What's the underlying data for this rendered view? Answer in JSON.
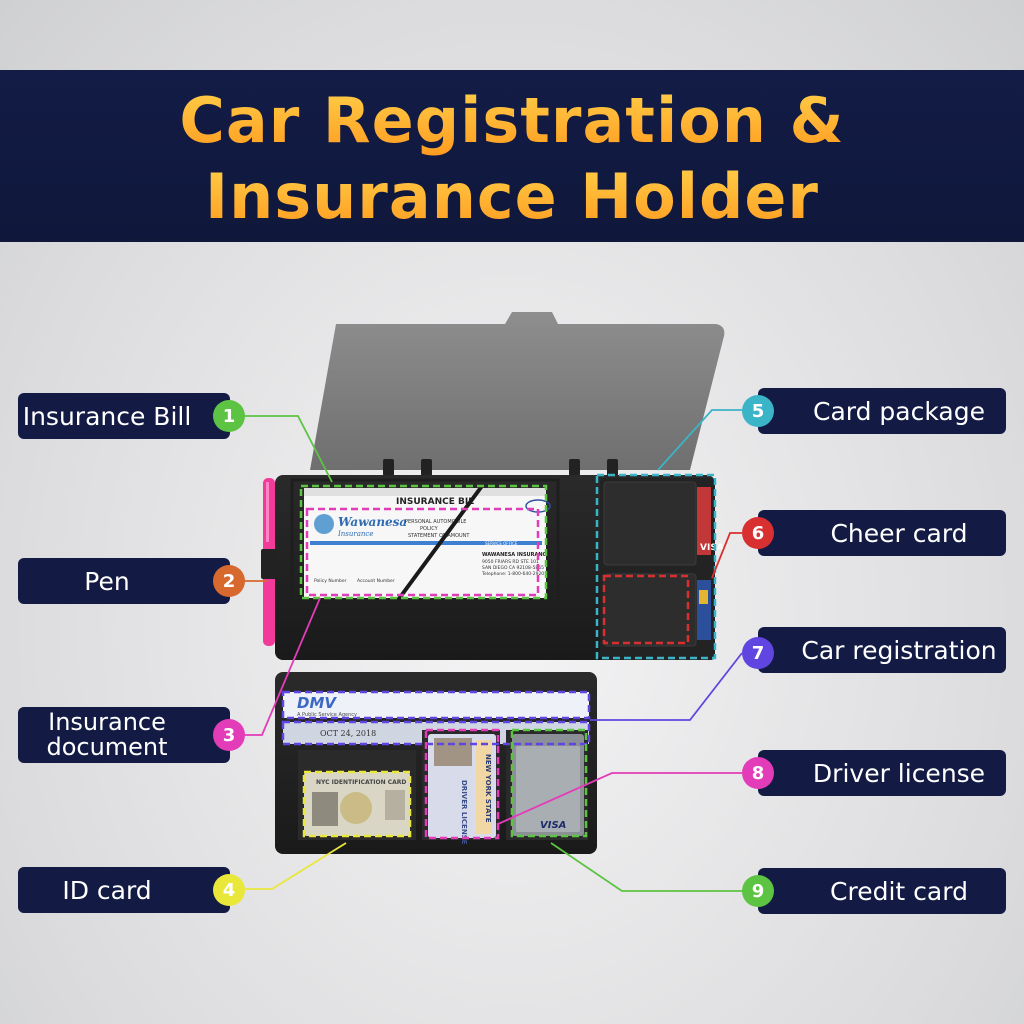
{
  "title": {
    "line1": "Car Registration &",
    "line2": "Insurance Holder"
  },
  "callouts": [
    {
      "num": "1",
      "label": "Insurance Bill",
      "color": "#5cc343"
    },
    {
      "num": "2",
      "label": "Pen",
      "color": "#d7692e"
    },
    {
      "num": "3",
      "label_line1": "Insurance",
      "label_line2": "document",
      "color": "#e33cb8"
    },
    {
      "num": "4",
      "label": "ID card",
      "color": "#e9e73a"
    },
    {
      "num": "5",
      "label": "Card package",
      "color": "#3bb4c7"
    },
    {
      "num": "6",
      "label": "Cheer card",
      "color": "#d83030"
    },
    {
      "num": "7",
      "label": "Car registration",
      "color": "#6145e0"
    },
    {
      "num": "8",
      "label": "Driver license",
      "color": "#e33cb8"
    },
    {
      "num": "9",
      "label": "Credit card",
      "color": "#5cc343"
    }
  ],
  "product": {
    "bill_title": "INSURANCE BIL",
    "bill_brand": "Wawanesa",
    "bill_brand_sub": "Insurance",
    "bill_line1": "PERSONAL AUTOMOBILE",
    "bill_line2": "POLICY",
    "bill_line3": "STATEMENT OF AMOUNT",
    "bill_service": "SERVICE OFFICE",
    "bill_company": "WAWANESA INSURANCE",
    "bill_addr1": "9050 FRIARS RD STE 101",
    "bill_addr2": "SAN DIEGO CA 92108-5865",
    "bill_phone": "Telephone: 1-800-640-2920",
    "bill_policy": "Policy Number",
    "bill_account": "Account Number",
    "dmv_logo": "DMV",
    "dmv_sub": "A Public Service Agency",
    "dmv_date": "OCT 24, 2018",
    "id_card_title": "NYC IDENTIFICATION CARD",
    "license_text": "DRIVER LICENSE",
    "state_text": "NEW YORK STATE",
    "visa": "VISA"
  }
}
